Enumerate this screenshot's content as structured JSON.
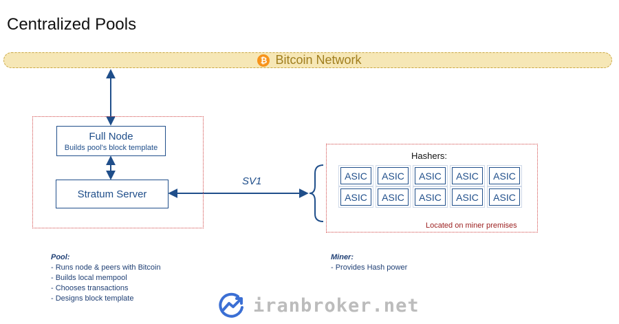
{
  "title": "Centralized Pools",
  "network": {
    "label": "Bitcoin Network",
    "icon": "bitcoin-icon",
    "symbol": "₿",
    "color": "#f7931a"
  },
  "pool": {
    "full_node_title": "Full Node",
    "full_node_subtitle": "Builds pool's block template",
    "stratum_label": "Stratum Server"
  },
  "protocol_label": "SV1",
  "miner": {
    "hashers_label": "Hashers:",
    "asic_label": "ASIC",
    "asic_count": 10,
    "location_label": "Located on miner premises"
  },
  "notes": {
    "pool_title": "Pool:",
    "pool_items": [
      "-  Runs node & peers with Bitcoin",
      "-  Builds local mempool",
      "-  Chooses transactions",
      "-  Designs block template"
    ],
    "miner_title": "Miner:",
    "miner_items": [
      "- Provides Hash power"
    ]
  },
  "watermark": {
    "text": "iranbroker.net",
    "icon": "iranbroker-logo-icon"
  },
  "colors": {
    "box_blue": "#1f4e8a",
    "frame_red": "#d04545",
    "network_bg": "#f6e7b6"
  }
}
